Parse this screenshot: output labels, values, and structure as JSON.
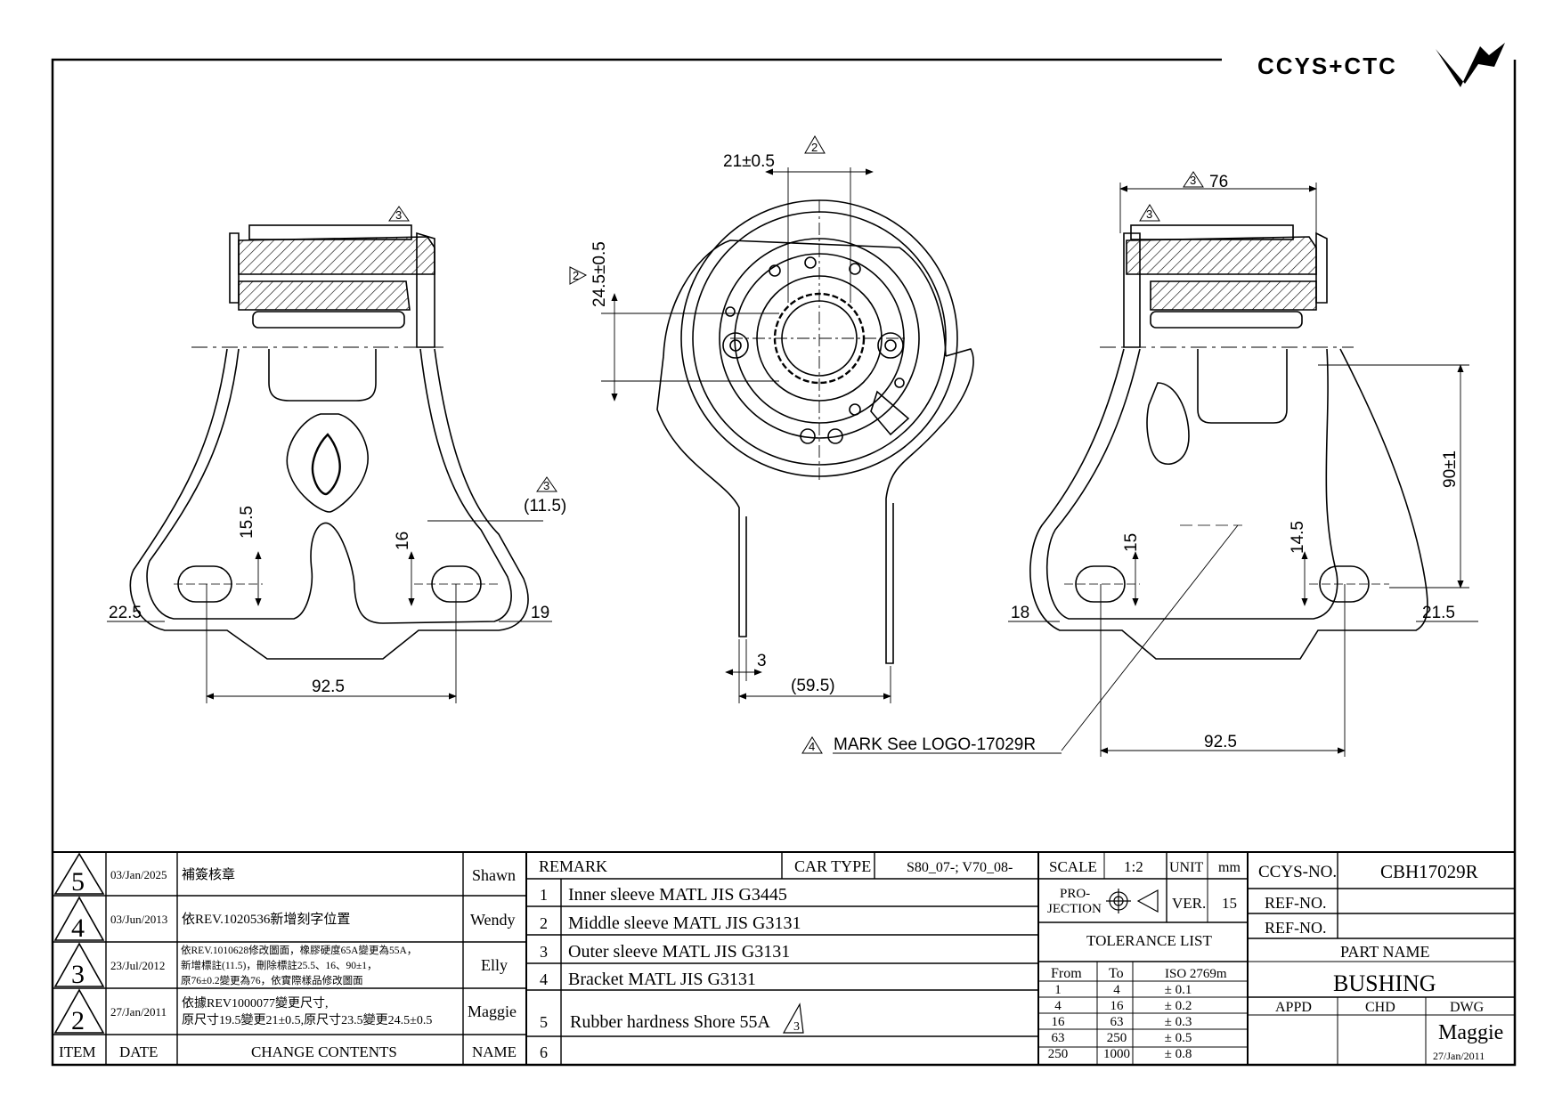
{
  "logo": {
    "text": "CCYS+CTC"
  },
  "dims": {
    "left": {
      "d1": "22.5",
      "d2": "15.5",
      "d3": "16",
      "d4": "(11.5)",
      "d5": "19",
      "d6": "92.5",
      "rev": "3"
    },
    "center": {
      "d1": "21±0.5",
      "d2": "24.5±0.5",
      "d3": "3",
      "d4": "(59.5)",
      "rev_a": "2",
      "rev_b": "2"
    },
    "right": {
      "d1": "76",
      "d2": "15",
      "d3": "14.5",
      "d4": "90±1",
      "d5": "18",
      "d6": "21.5",
      "d7": "92.5",
      "rev_a": "3",
      "rev_b": "3"
    },
    "mark": {
      "rev": "4",
      "text": "MARK See LOGO-17029R"
    }
  },
  "revisions": [
    {
      "item": "5",
      "date": "03/Jan/2025",
      "content": [
        "補簽核章"
      ],
      "name": "Shawn"
    },
    {
      "item": "4",
      "date": "03/Jun/2013",
      "content": [
        "依REV.1020536新增刻字位置"
      ],
      "name": "Wendy"
    },
    {
      "item": "3",
      "date": "23/Jul/2012",
      "content": [
        "依REV.1010628修改圖面，橡膠硬度65A變更為55A，",
        "新增標註(11.5)，刪除標註25.5、16、90±1，",
        "原76±0.2變更為76，依實際樣品修改圖面"
      ],
      "name": "Elly"
    },
    {
      "item": "2",
      "date": "27/Jan/2011",
      "content": [
        "依據REV1000077變更尺寸,",
        "原尺寸19.5變更21±0.5,原尺寸23.5變更24.5±0.5"
      ],
      "name": "Maggie"
    }
  ],
  "rev_header": {
    "item": "ITEM",
    "date": "DATE",
    "content": "CHANGE CONTENTS",
    "name": "NAME"
  },
  "remarks": {
    "label": "REMARK",
    "car_type_label": "CAR TYPE",
    "car_type": "S80_07-; V70_08-",
    "items": [
      {
        "no": "1",
        "text": "Inner sleeve MATL JIS G3445"
      },
      {
        "no": "2",
        "text": "Middle sleeve MATL JIS G3131"
      },
      {
        "no": "3",
        "text": "Outer sleeve MATL JIS G3131"
      },
      {
        "no": "4",
        "text": "Bracket MATL JIS G3131"
      },
      {
        "no": "5",
        "text": "Rubber hardness Shore 55A",
        "rev": "3"
      },
      {
        "no": "6",
        "text": ""
      }
    ]
  },
  "spec": {
    "scale_label": "SCALE",
    "scale": "1:2",
    "unit_label": "UNIT",
    "unit": "mm",
    "proj_label_1": "PRO-",
    "proj_label_2": "JECTION",
    "ver_label": "VER.",
    "ver": "15",
    "tol_title": "TOLERANCE LIST",
    "tol_from": "From",
    "tol_to": "To",
    "tol_std": "ISO 2769m",
    "tol_rows": [
      {
        "from": "1",
        "to": "4",
        "tol": "± 0.1"
      },
      {
        "from": "4",
        "to": "16",
        "tol": "± 0.2"
      },
      {
        "from": "16",
        "to": "63",
        "tol": "± 0.3"
      },
      {
        "from": "63",
        "to": "250",
        "tol": "± 0.5"
      },
      {
        "from": "250",
        "to": "1000",
        "tol": "± 0.8"
      }
    ]
  },
  "info": {
    "ccys_label": "CCYS-NO.",
    "ccys_no": "CBH17029R",
    "ref1_label": "REF-NO.",
    "ref2_label": "REF-NO.",
    "part_label": "PART NAME",
    "part_name": "BUSHING",
    "appd": "APPD",
    "chd": "CHD",
    "dwg": "DWG",
    "drawer": "Maggie",
    "draw_date": "27/Jan/2011"
  }
}
